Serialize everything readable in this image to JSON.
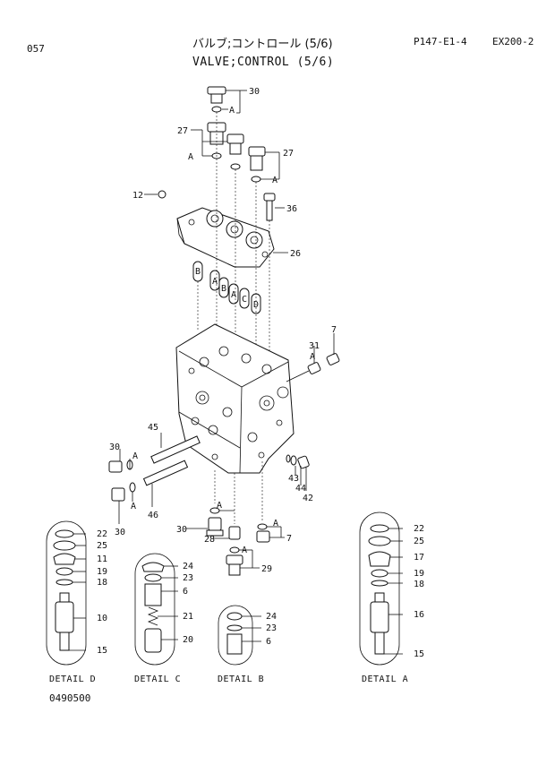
{
  "header": {
    "page_number": "057",
    "title_jp": "バルブ;コントロール (5/6)",
    "title_en": "VALVE;CONTROL (5/6)",
    "page_code": "P147-E1-4",
    "model": "EX200-2"
  },
  "footer": {
    "drawing_number": "0490500"
  },
  "callouts": {
    "c30a": "30",
    "ca_top": "A",
    "c27a": "27",
    "ca_27a": "A",
    "c27b": "27",
    "ca_27b": "A",
    "c12": "12",
    "c36": "36",
    "c26": "26",
    "mB1": "B",
    "mA1": "A",
    "mB2": "B",
    "mA2": "A",
    "mC": "C",
    "mD": "D",
    "c7a": "7",
    "c31": "31",
    "ca_31": "A",
    "c45": "45",
    "c30b": "30",
    "ca_30b": "A",
    "ca_30c": "A",
    "c30c": "30",
    "c46": "46",
    "c43": "43",
    "c44": "44",
    "c42": "42",
    "c30d": "30",
    "ca_30d": "A",
    "c28": "28",
    "ca_7b": "A",
    "c7b": "7",
    "ca_29": "A",
    "c29": "29"
  },
  "details": {
    "d": {
      "title": "DETAIL D",
      "labels": [
        "22",
        "25",
        "11",
        "19",
        "18",
        "10",
        "15"
      ]
    },
    "c": {
      "title": "DETAIL C",
      "labels": [
        "24",
        "23",
        "6",
        "21",
        "20"
      ]
    },
    "b": {
      "title": "DETAIL B",
      "labels": [
        "24",
        "23",
        "6"
      ]
    },
    "a": {
      "title": "DETAIL A",
      "labels": [
        "22",
        "25",
        "17",
        "19",
        "18",
        "16",
        "15"
      ]
    }
  }
}
